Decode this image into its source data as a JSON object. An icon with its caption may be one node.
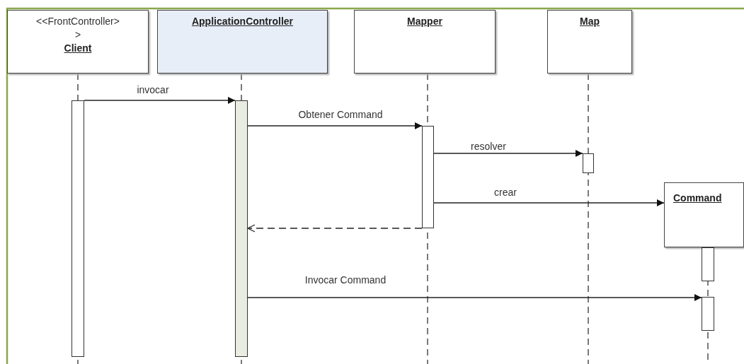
{
  "diagram": {
    "nodes": [
      {
        "text": [
          "<<FrontController> >",
          "Client"
        ]
      },
      {
        "text": [
          "ApplicationController"
        ]
      },
      {
        "text": [
          "Mapper"
        ]
      },
      {
        "text": [
          "Map"
        ]
      },
      {
        "text": [
          "Command"
        ]
      },
      {
        "text": [],
        "shape": "bar"
      },
      {
        "text": [],
        "shape": "bar"
      },
      {
        "text": [],
        "shape": "bar"
      },
      {
        "text": [],
        "shape": "bar"
      },
      {
        "text": [],
        "shape": "bar"
      },
      {
        "text": [],
        "shape": "bar"
      }
    ],
    "edges": [
      {
        "from": 5,
        "to": 6,
        "arrow": "to",
        "label": "invocar"
      },
      {
        "from": 6,
        "to": 7,
        "arrow": "to",
        "label": "Obtener Command"
      },
      {
        "from": 7,
        "to": 8,
        "arrow": "to",
        "label": "resolver"
      },
      {
        "from": 7,
        "to": 4,
        "arrow": "to",
        "label": "crear"
      },
      {
        "from": 7,
        "to": 6,
        "arrow": "to",
        "style": "dashed"
      },
      {
        "from": 6,
        "to": 10,
        "arrow": "to",
        "label": "Invocar Command"
      }
    ]
  }
}
